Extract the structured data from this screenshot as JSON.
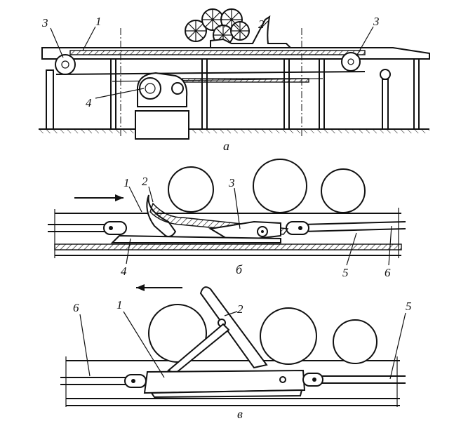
{
  "figure_a": {
    "caption": "а",
    "labels": {
      "belt_left": "3",
      "belt": "1",
      "carriage": "2",
      "belt_right": "3",
      "drive": "4"
    }
  },
  "figure_b": {
    "caption": "б",
    "labels": {
      "belt": "1",
      "pusher": "2",
      "latch": "3",
      "rail_left": "4",
      "chain": "5",
      "frame": "6"
    }
  },
  "figure_c": {
    "caption": "в",
    "labels": {
      "frame": "6",
      "carriage": "1",
      "pusher": "2",
      "chain": "5"
    }
  }
}
